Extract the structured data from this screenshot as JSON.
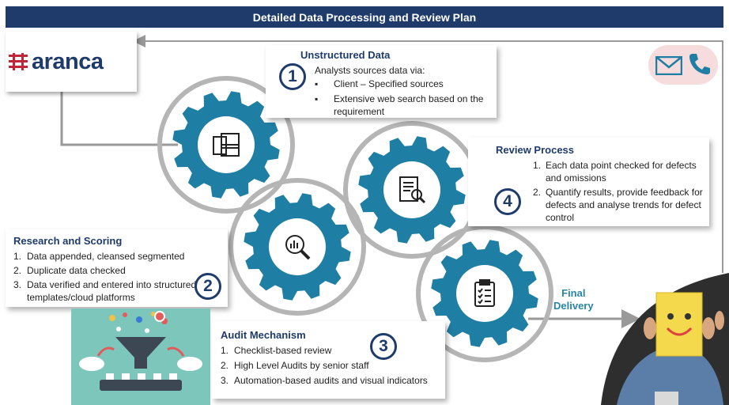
{
  "title": "Detailed Data Processing and Review Plan",
  "logo": {
    "text": "aranca"
  },
  "steps": [
    {
      "number": "1",
      "title": "Unstructured Data",
      "intro": "Analysts sources data via:",
      "items": [
        "Client – Specified sources",
        "Extensive web search based on the requirement"
      ]
    },
    {
      "number": "2",
      "title": "Research and Scoring",
      "items": [
        "Data appended, cleansed segmented",
        "Duplicate data checked",
        "Data verified and entered into structured templates/cloud platforms"
      ]
    },
    {
      "number": "3",
      "title": "Audit Mechanism",
      "items": [
        "Checklist-based review",
        "High Level Audits by senior staff",
        "Automation-based audits and visual indicators"
      ]
    },
    {
      "number": "4",
      "title": "Review Process",
      "items": [
        "Each data point checked for defects and omissions",
        "Quantify results, provide feedback for defects and analyse trends for defect control"
      ]
    }
  ],
  "final": {
    "line1": "Final",
    "line2": "Delivery"
  },
  "colors": {
    "header": "#1e3b6b",
    "gear": "#1f7ea3",
    "ring": "#9a9a9a",
    "accent": "#2a86a6"
  }
}
